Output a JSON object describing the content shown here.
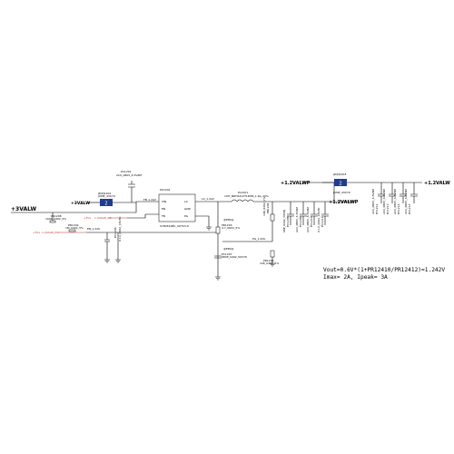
{
  "nets": {
    "in_3valw": "+3VALW",
    "in_3valw_jumper": "+3VALW",
    "out_1v2valwp_top": "+1.2VALWP",
    "out_1v2valwp_mid": "+1.2VALWP",
    "out_1v2valw": "+1.2VALW",
    "enable_left": "+3Vs",
    "enable_mid": "+3Vs",
    "en_signal_left": "1.2VALW_PG",
    "en_signal_mid": "1.2VALW_PG",
    "fb_net": "FB_1.2AV",
    "lx_net": "LX_1.2AV",
    "en_net": "EN_1.2AV",
    "pg_net": "PG_1.2AV"
  },
  "components": {
    "jumper_left": {
      "ref": "JR/PJ1202",
      "value": "JUMP_43X79",
      "marker": "2"
    },
    "jumper_right": {
      "ref": "JR/PJ1203",
      "value": "JUMP_43X79",
      "marker": "2"
    },
    "c_in": {
      "ref": "PC1201",
      "value": "22U_0805_6.3V6M"
    },
    "r_en": {
      "ref": "PR1202",
      "value": "1M_0402_5%"
    },
    "r_en_pull": {
      "ref": "PR1208",
      "value": "100K_0402_5%"
    },
    "c_en": {
      "ref": "PC1206",
      "value": "0.1U_0402_16V7K"
    },
    "ic": {
      "ref": "PU1201",
      "value": "SY8032ABC_SOT23-6",
      "pins": [
        "VIN",
        "LX",
        "GND",
        "FB",
        "EN",
        "PG"
      ]
    },
    "inductor": {
      "ref": "PL1201",
      "value": "1UH_NRH2412T1R0M_1.6A_20%"
    },
    "snubber_r": {
      "ref": "PR1203",
      "value": "4.7_0603_5%"
    },
    "snubber_c": {
      "ref": "PC1207",
      "value": "680P_0402_50V7K"
    },
    "r_fb_top": {
      "ref": "PR1204",
      "value": "10K_0402_1%"
    },
    "r_fb_bot": {
      "ref": "PR1205",
      "value": "10K_0402_1%"
    },
    "c_ff": {
      "ref": "PC1208",
      "value": "68P_0402_50V8J"
    },
    "c_out_a": {
      "ref": "PC1209",
      "value": "22U_0805_6.3V6M"
    },
    "c_out_b": {
      "ref": "PC1210",
      "value": "22U_0805_6.3V6M"
    },
    "c_out_c": {
      "ref": "PC1211",
      "value": "0.1U_0402_16V7K"
    },
    "c_far_a": {
      "ref": "PC1212",
      "value": "22U_0805_6.3V6M"
    },
    "c_far_b": {
      "ref": "PC1213",
      "value": "22U_0805_6.3V6M"
    },
    "c_far_c": {
      "ref": "PC1214",
      "value": "22U_0805_6.3V6M"
    },
    "c_far_d": {
      "ref": "PC1215",
      "value": "22U_0805_6.3V6M"
    },
    "snub_tag_top": "@EMI@",
    "snub_tag_bot": "@EMI@"
  },
  "notes": {
    "vout_formula": "Vout=0.6V*(1+PR12410/PR12412)=1.242V",
    "currents": "Imax= 2A, Ipeak= 3A"
  },
  "colors": {
    "wire": "#000000",
    "signal_wire": "#c0392b",
    "jumper_fill": "#1f3d8f"
  }
}
